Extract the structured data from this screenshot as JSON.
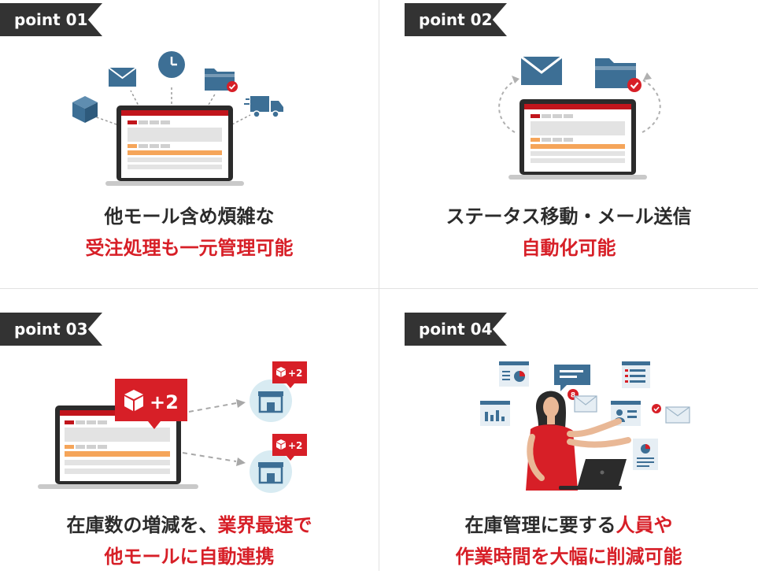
{
  "points": [
    {
      "tag": "point 01",
      "line1": "他モール含め煩雑な",
      "line2": "受注処理も一元管理可能"
    },
    {
      "tag": "point 02",
      "line1": "ステータス移動・メール送信",
      "line2": "自動化可能"
    },
    {
      "tag": "point 03",
      "line1a": "在庫数の増減を、",
      "line1b": "業界最速で",
      "line2": "他モールに自動連携",
      "badge_big": "+2",
      "badge_small": "+2"
    },
    {
      "tag": "point 04",
      "line1a": "在庫管理に要する",
      "line1b": "人員や",
      "line2": "作業時間を大幅に削減可能",
      "notification": "8"
    }
  ],
  "colors": {
    "accent_red": "#d71f27",
    "tag_dark": "#333333",
    "icon_blue": "#3d6f95",
    "orange": "#f5a55a"
  }
}
